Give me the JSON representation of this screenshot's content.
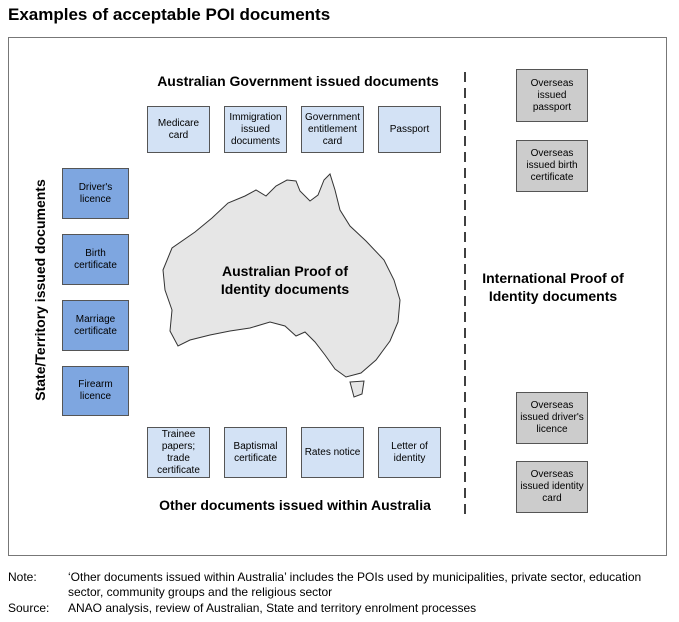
{
  "title": "Examples of acceptable POI documents",
  "gov_heading": "Australian Government issued documents",
  "gov_docs": [
    "Medicare card",
    "Immigration issued documents",
    "Government entitlement card",
    "Passport"
  ],
  "state_heading": "State/Territory issued documents",
  "state_docs": [
    "Driver's licence",
    "Birth certificate",
    "Marriage certificate",
    "Firearm licence"
  ],
  "other_heading": "Other documents issued within Australia",
  "other_docs": [
    "Trainee papers; trade certificate",
    "Baptismal certificate",
    "Rates notice",
    "Letter of identity"
  ],
  "center_label": "Australian Proof of Identity documents",
  "intl_heading": "International Proof of Identity documents",
  "intl_docs": [
    "Overseas issued passport",
    "Overseas issued birth certificate",
    "Overseas issued driver's licence",
    "Overseas issued identity card"
  ],
  "note_label": "Note:",
  "note_text": "‘Other documents issued within Australia’ includes the POIs used by municipalities, private sector, education sector, community groups and the religious sector",
  "source_label": "Source:",
  "source_text": "ANAO analysis, review of Australian, State and territory enrolment processes"
}
